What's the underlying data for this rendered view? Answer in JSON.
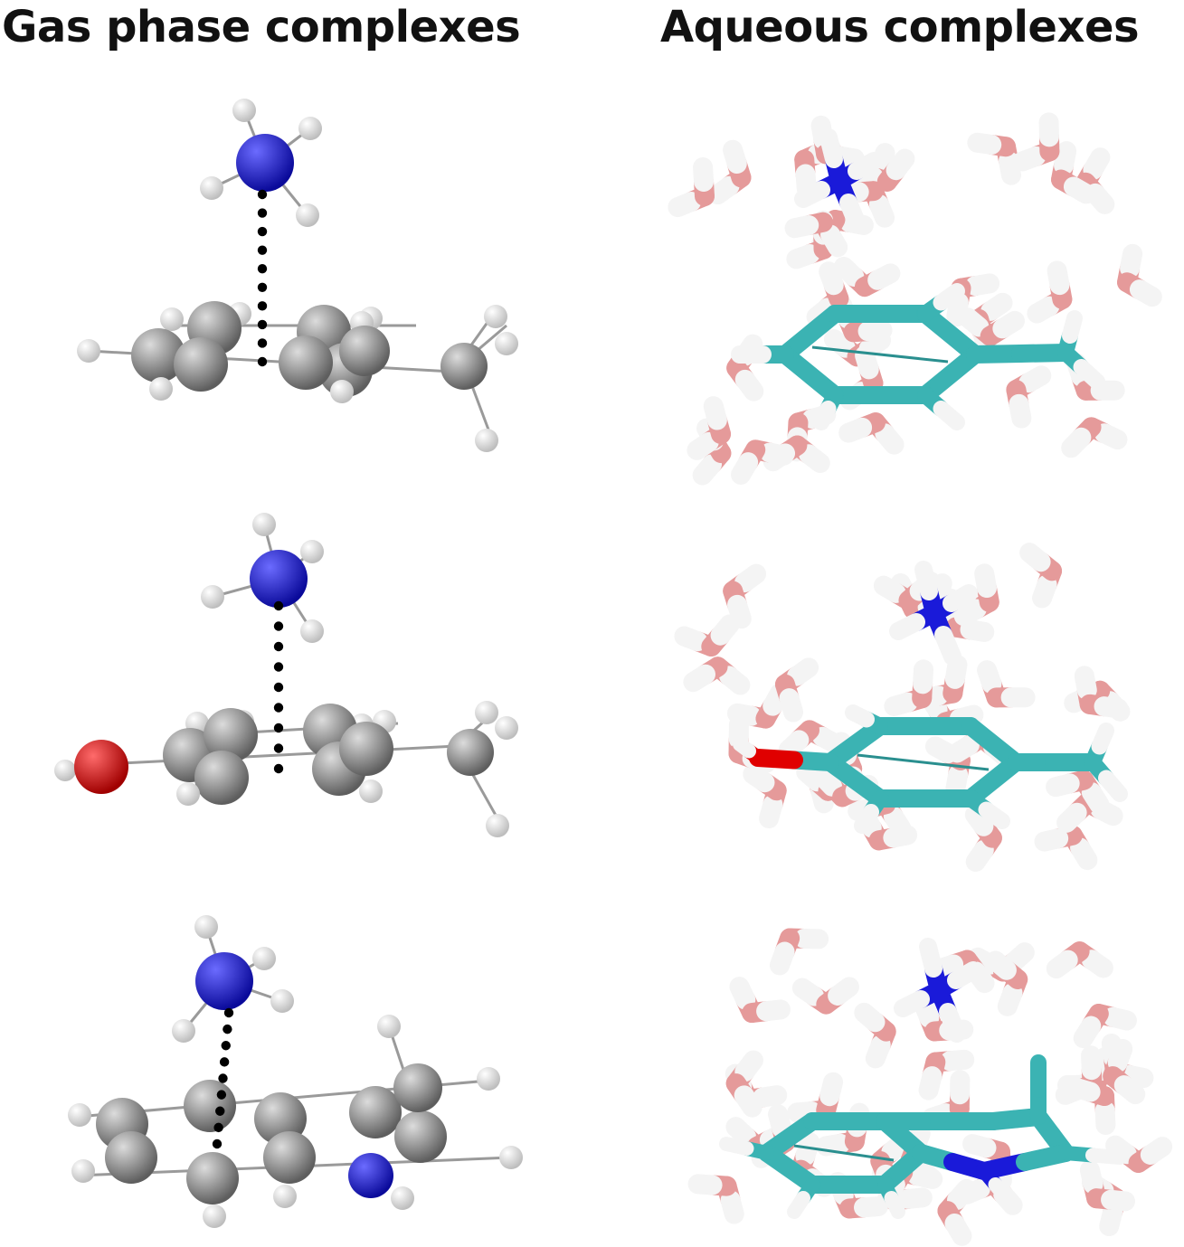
{
  "titles": {
    "gas": "Gas phase complexes",
    "aqueous": "Aqueous complexes"
  },
  "rows": [
    {
      "aromatic": "toluene",
      "gas_icon": "ammonium-toluene-gas-model",
      "aq_icon": "ammonium-toluene-water-snapshot"
    },
    {
      "aromatic": "p-cresol",
      "gas_icon": "ammonium-cresol-gas-model",
      "aq_icon": "ammonium-cresol-water-snapshot"
    },
    {
      "aromatic": "3-methylindole",
      "gas_icon": "ammonium-methylindole-gas-model",
      "aq_icon": "ammonium-methylindole-water-snapshot"
    }
  ],
  "colors": {
    "carbon_ball": "#8a8a8a",
    "hydrogen_ball": "#f2f2f2",
    "nitrogen": "#1a1ad9",
    "oxygen": "#e00000",
    "carbon_stick": "#3bb3b3",
    "water_oxygen": "#e59a9a",
    "water_hydrogen": "#f4f4f4",
    "contact_dots": "#000000"
  }
}
